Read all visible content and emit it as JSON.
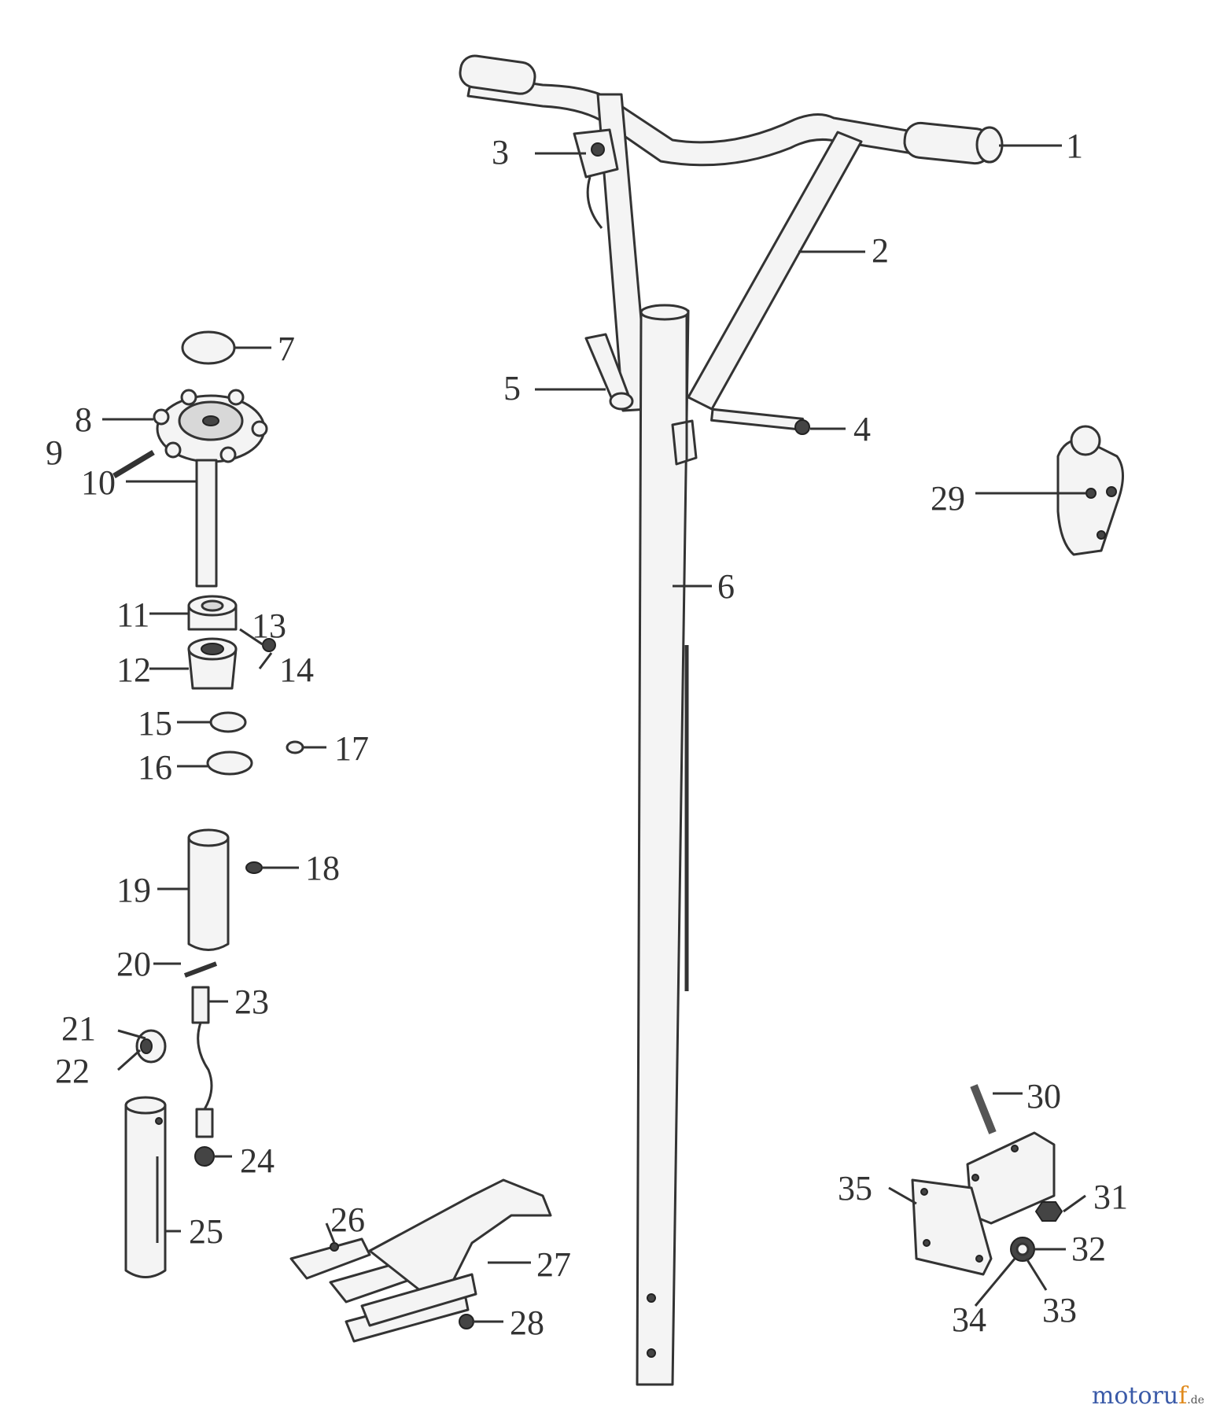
{
  "part_numbers": [
    "1",
    "2",
    "3",
    "4",
    "5",
    "6",
    "7",
    "8",
    "9",
    "10",
    "11",
    "12",
    "13",
    "14",
    "15",
    "16",
    "17",
    "18",
    "19",
    "20",
    "21",
    "22",
    "23",
    "24",
    "25",
    "26",
    "27",
    "28",
    "29",
    "30",
    "31",
    "32",
    "33",
    "34",
    "35"
  ],
  "watermark": {
    "main": "motoru",
    "f": "f",
    "suffix": ".de"
  }
}
